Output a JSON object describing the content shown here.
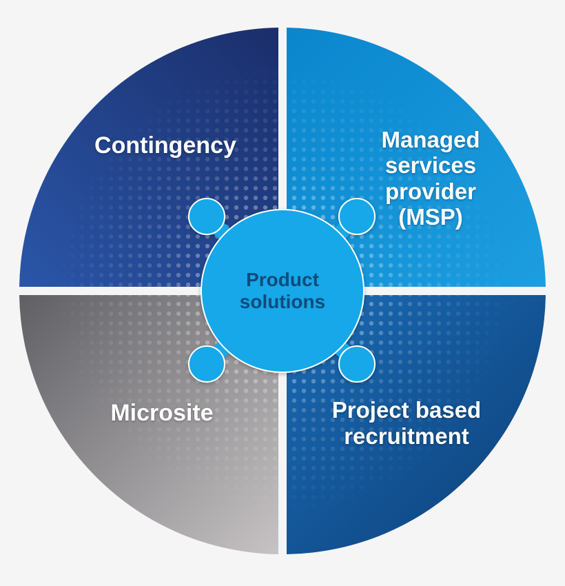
{
  "diagram": {
    "center": {
      "label_lines": [
        "Product",
        "solutions"
      ]
    },
    "quadrants": [
      {
        "id": "top-left",
        "label_lines": [
          "Contingency"
        ]
      },
      {
        "id": "top-right",
        "label_lines": [
          "Managed",
          "services",
          "provider",
          "(MSP)"
        ]
      },
      {
        "id": "bottom-left",
        "label_lines": [
          "Microsite"
        ]
      },
      {
        "id": "bottom-right",
        "label_lines": [
          "Project based",
          "recruitment"
        ]
      }
    ]
  },
  "colors": {
    "background": "#f5f5f6",
    "top_left_from": "#1b2e6b",
    "top_left_to": "#2a56a8",
    "top_right_from": "#0a86cd",
    "top_right_to": "#1d9ee0",
    "bottom_left_from": "#5f5f64",
    "bottom_left_to": "#c7c3c4",
    "bottom_right_from": "#0d3f78",
    "bottom_right_to": "#1a6bb5",
    "hub": "#14a8e8",
    "hub_text": "#0f4b7d"
  }
}
